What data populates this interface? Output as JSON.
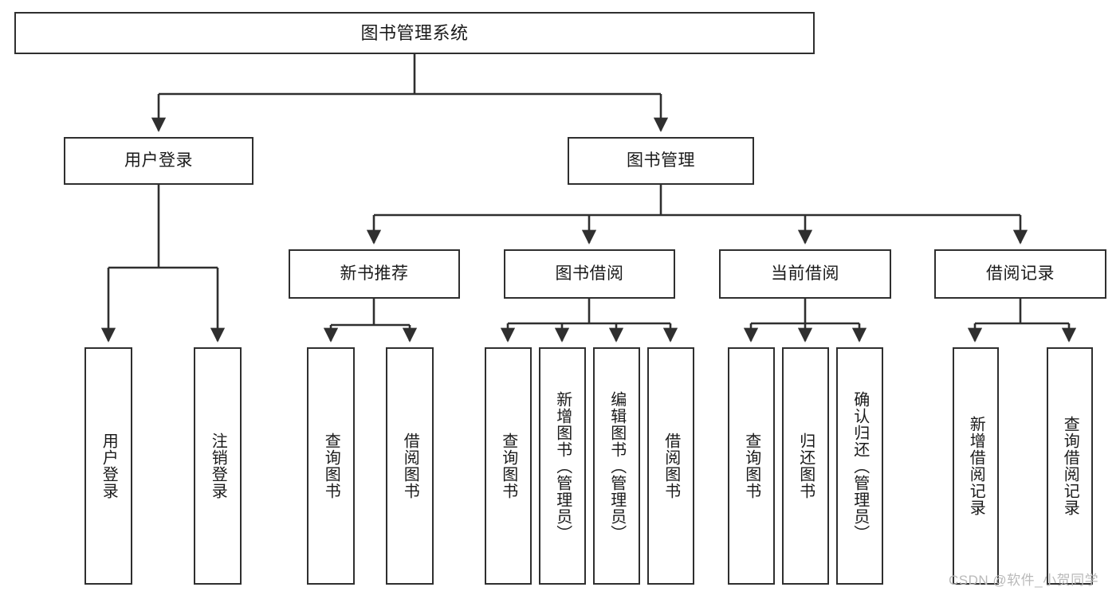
{
  "diagram": {
    "type": "tree-hierarchy-chart",
    "title": "图书管理系统",
    "background_color": "#ffffff",
    "box_border_color": "#2f2f2f",
    "connector_color": "#2f2f2f",
    "root": {
      "label": "图书管理系统"
    },
    "level2": [
      {
        "label": "用户登录"
      },
      {
        "label": "图书管理"
      }
    ],
    "level3": [
      {
        "label": "新书推荐"
      },
      {
        "label": "图书借阅"
      },
      {
        "label": "当前借阅"
      },
      {
        "label": "借阅记录"
      }
    ],
    "leaves": {
      "user_login": [
        {
          "label": "用户登录"
        },
        {
          "label": "注销登录"
        }
      ],
      "new_book_recommend": [
        {
          "label": "查询图书"
        },
        {
          "label": "借阅图书"
        }
      ],
      "book_borrow": [
        {
          "label": "查询图书"
        },
        {
          "label": "新增图书（管理员）"
        },
        {
          "label": "编辑图书（管理员）"
        },
        {
          "label": "借阅图书"
        }
      ],
      "current_borrow": [
        {
          "label": "查询图书"
        },
        {
          "label": "归还图书"
        },
        {
          "label": "确认归还（管理员）"
        }
      ],
      "borrow_record": [
        {
          "label": "新增借阅记录"
        },
        {
          "label": "查询借阅记录"
        }
      ]
    }
  },
  "watermark": {
    "text": "CSDN @软件_小贺同学"
  }
}
